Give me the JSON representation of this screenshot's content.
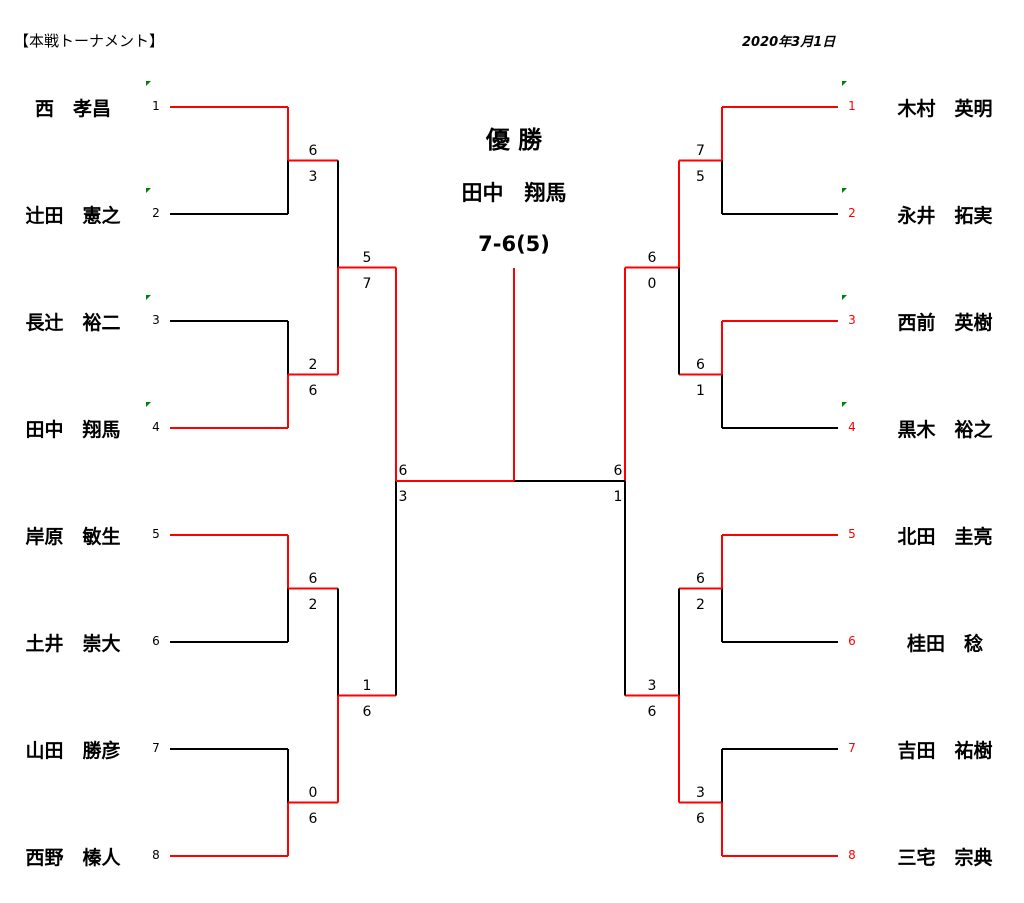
{
  "header": {
    "title": "【本戦トーナメント】",
    "date": "2020年3月1日"
  },
  "champion": {
    "label": "優 勝",
    "name": "田中　翔馬",
    "final_score": "7-6(5)",
    "winning_side": "left"
  },
  "left": {
    "players": [
      {
        "seed": "1",
        "name": "西　孝昌",
        "marked": true
      },
      {
        "seed": "2",
        "name": "辻田　憲之",
        "marked": true
      },
      {
        "seed": "3",
        "name": "長辻　裕二",
        "marked": true
      },
      {
        "seed": "4",
        "name": "田中　翔馬",
        "marked": true
      },
      {
        "seed": "5",
        "name": "岸原　敏生",
        "marked": false
      },
      {
        "seed": "6",
        "name": "土井　崇大",
        "marked": false
      },
      {
        "seed": "7",
        "name": "山田　勝彦",
        "marked": false
      },
      {
        "seed": "8",
        "name": "西野　榛人",
        "marked": false
      }
    ],
    "r1": [
      {
        "top": "6",
        "bottom": "3"
      },
      {
        "top": "2",
        "bottom": "6"
      },
      {
        "top": "6",
        "bottom": "2"
      },
      {
        "top": "0",
        "bottom": "6"
      }
    ],
    "r2": [
      {
        "top": "5",
        "bottom": "7"
      },
      {
        "top": "1",
        "bottom": "6"
      }
    ],
    "semi": {
      "top": "6",
      "bottom": "3"
    }
  },
  "right": {
    "players": [
      {
        "seed": "1",
        "name": "木村　英明",
        "marked": true
      },
      {
        "seed": "2",
        "name": "永井　拓実",
        "marked": true
      },
      {
        "seed": "3",
        "name": "西前　英樹",
        "marked": true
      },
      {
        "seed": "4",
        "name": "黒木　裕之",
        "marked": true
      },
      {
        "seed": "5",
        "name": "北田　圭亮",
        "marked": false
      },
      {
        "seed": "6",
        "name": "桂田　稔",
        "marked": false
      },
      {
        "seed": "7",
        "name": "吉田　祐樹",
        "marked": false
      },
      {
        "seed": "8",
        "name": "三宅　宗典",
        "marked": false
      }
    ],
    "r1": [
      {
        "top": "7",
        "bottom": "5"
      },
      {
        "top": "6",
        "bottom": "1"
      },
      {
        "top": "6",
        "bottom": "2"
      },
      {
        "top": "3",
        "bottom": "6"
      }
    ],
    "r2": [
      {
        "top": "6",
        "bottom": "0"
      },
      {
        "top": "3",
        "bottom": "6"
      }
    ],
    "semi": {
      "top": "6",
      "bottom": "1"
    }
  },
  "colors": {
    "win": "#ff0000",
    "line": "#000000",
    "mark": "#008000",
    "right_seed": "#ff0000"
  }
}
